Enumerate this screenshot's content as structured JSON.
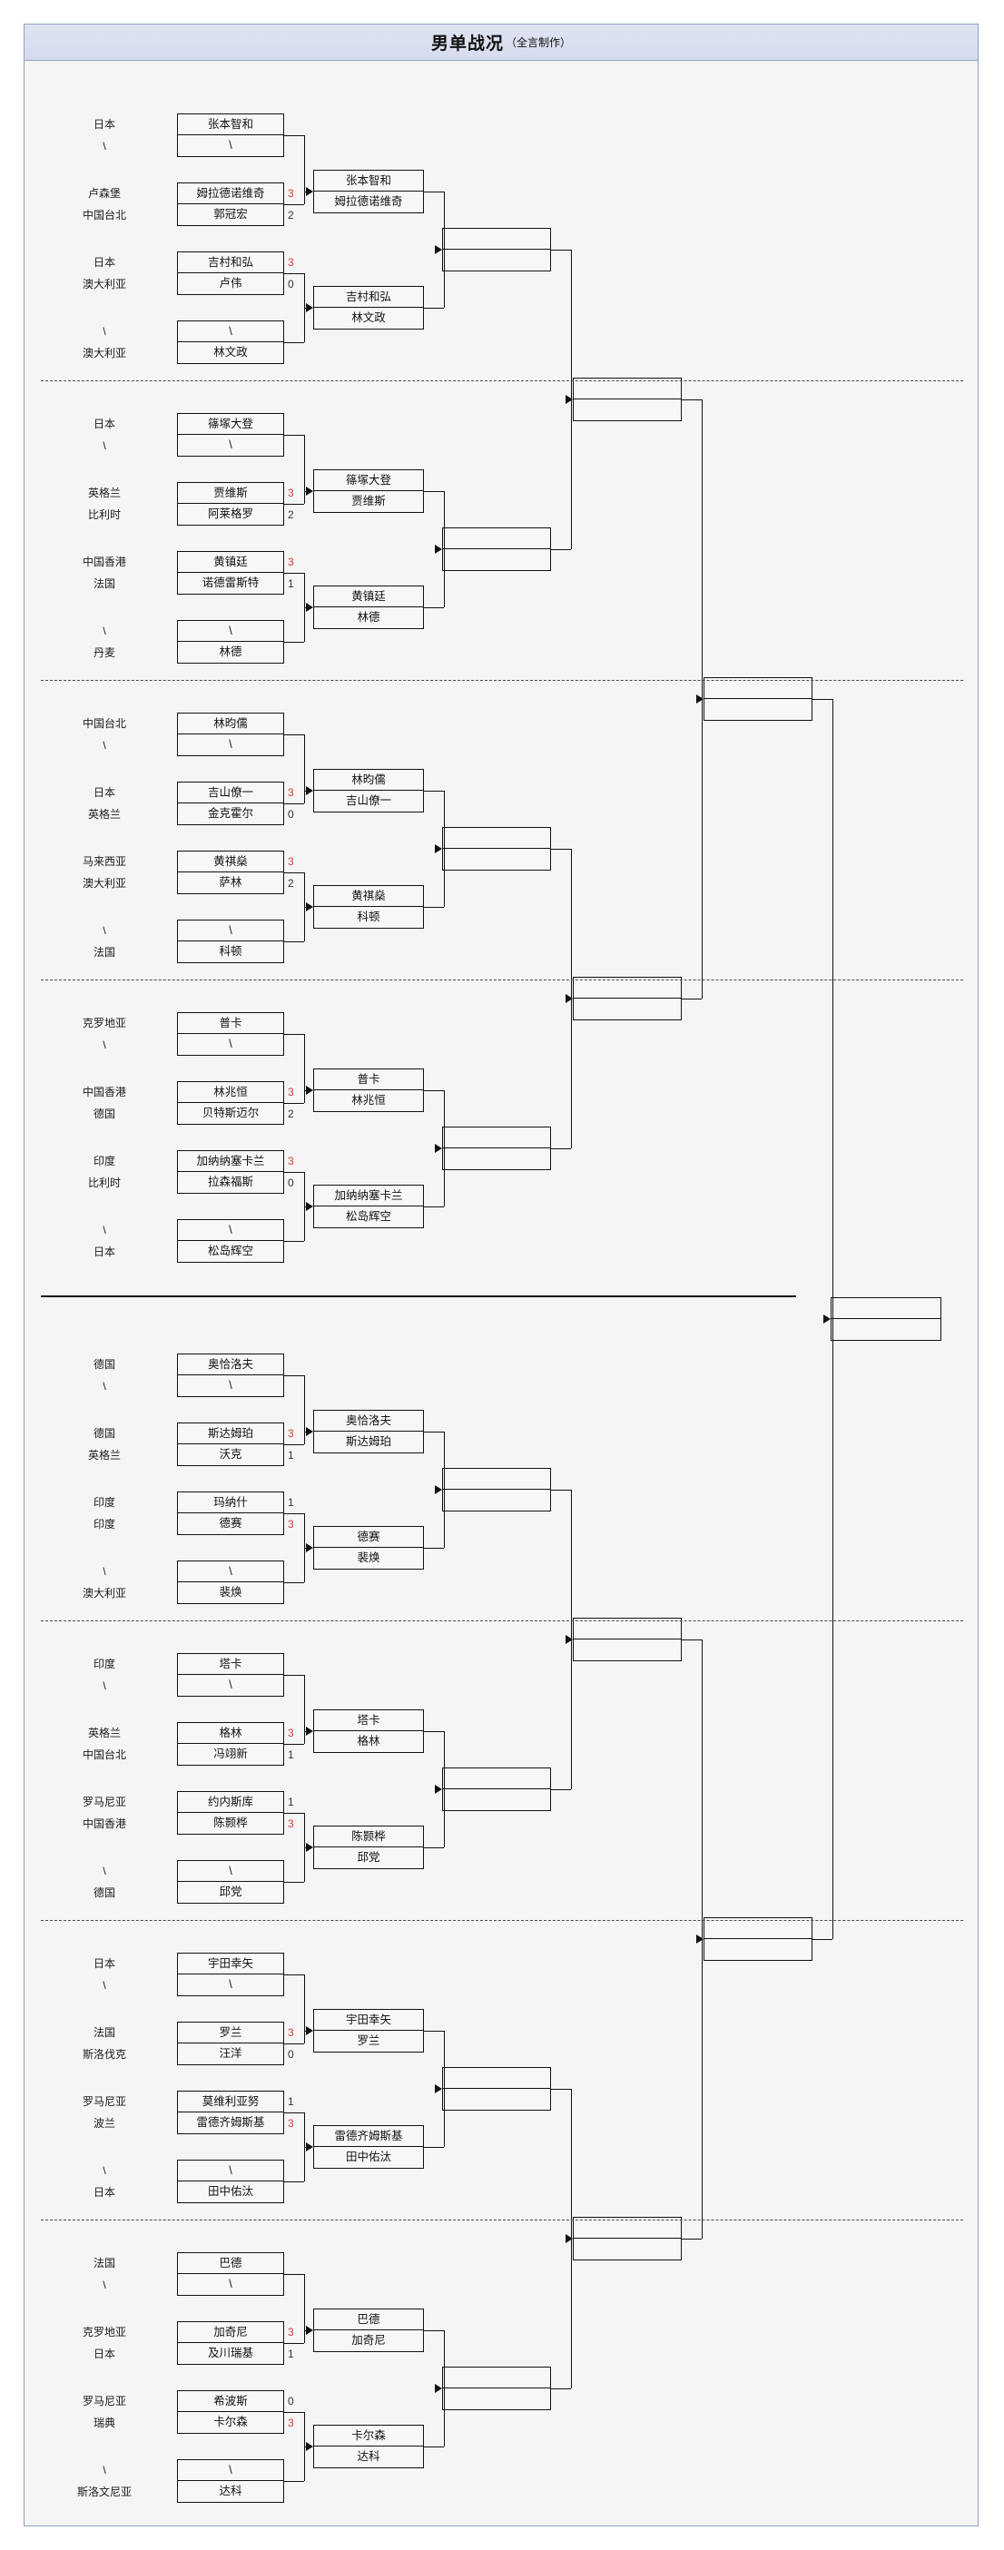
{
  "title": {
    "main": "男单战况",
    "sub": "（全言制作）"
  },
  "bracket": {
    "empty": "",
    "bye": "\\",
    "sections": [
      {
        "id": "s1",
        "pairs": [
          {
            "nations": [
              "日本",
              "\\"
            ],
            "players": [
              "张本智和",
              "\\"
            ],
            "scores": [
              "",
              ""
            ]
          },
          {
            "nations": [
              "卢森堡",
              "中国台北"
            ],
            "players": [
              "姆拉德诺维奇",
              "郭冠宏"
            ],
            "scores": [
              "3",
              "2"
            ]
          },
          {
            "nations": [
              "日本",
              "澳大利亚"
            ],
            "players": [
              "吉村和弘",
              "卢伟"
            ],
            "scores": [
              "3",
              "0"
            ]
          },
          {
            "nations": [
              "\\",
              "澳大利亚"
            ],
            "players": [
              "\\",
              "林文政"
            ],
            "scores": [
              "",
              ""
            ]
          }
        ],
        "r2": [
          {
            "players": [
              "张本智和",
              "姆拉德诺维奇"
            ]
          },
          {
            "players": [
              "吉村和弘",
              "林文政"
            ]
          }
        ]
      },
      {
        "id": "s2",
        "pairs": [
          {
            "nations": [
              "日本",
              "\\"
            ],
            "players": [
              "篠塚大登",
              "\\"
            ],
            "scores": [
              "",
              ""
            ]
          },
          {
            "nations": [
              "英格兰",
              "比利时"
            ],
            "players": [
              "贾维斯",
              "阿莱格罗"
            ],
            "scores": [
              "3",
              "2"
            ]
          },
          {
            "nations": [
              "中国香港",
              "法国"
            ],
            "players": [
              "黄镇廷",
              "诺德雷斯特"
            ],
            "scores": [
              "3",
              "1"
            ]
          },
          {
            "nations": [
              "\\",
              "丹麦"
            ],
            "players": [
              "\\",
              "林德"
            ],
            "scores": [
              "",
              ""
            ]
          }
        ],
        "r2": [
          {
            "players": [
              "篠塚大登",
              "贾维斯"
            ]
          },
          {
            "players": [
              "黄镇廷",
              "林德"
            ]
          }
        ]
      },
      {
        "id": "s3",
        "pairs": [
          {
            "nations": [
              "中国台北",
              "\\"
            ],
            "players": [
              "林昀儒",
              "\\"
            ],
            "scores": [
              "",
              ""
            ]
          },
          {
            "nations": [
              "日本",
              "英格兰"
            ],
            "players": [
              "吉山僚一",
              "金克霍尔"
            ],
            "scores": [
              "3",
              "0"
            ]
          },
          {
            "nations": [
              "马来西亚",
              "澳大利亚"
            ],
            "players": [
              "黄祺燊",
              "萨林"
            ],
            "scores": [
              "3",
              "2"
            ]
          },
          {
            "nations": [
              "\\",
              "法国"
            ],
            "players": [
              "\\",
              "科顿"
            ],
            "scores": [
              "",
              ""
            ]
          }
        ],
        "r2": [
          {
            "players": [
              "林昀儒",
              "吉山僚一"
            ]
          },
          {
            "players": [
              "黄祺燊",
              "科顿"
            ]
          }
        ]
      },
      {
        "id": "s4",
        "pairs": [
          {
            "nations": [
              "克罗地亚",
              "\\"
            ],
            "players": [
              "普卡",
              "\\"
            ],
            "scores": [
              "",
              ""
            ]
          },
          {
            "nations": [
              "中国香港",
              "德国"
            ],
            "players": [
              "林兆恒",
              "贝特斯迈尔"
            ],
            "scores": [
              "3",
              "2"
            ]
          },
          {
            "nations": [
              "印度",
              "比利时"
            ],
            "players": [
              "加纳纳塞卡兰",
              "拉森福斯"
            ],
            "scores": [
              "3",
              "0"
            ]
          },
          {
            "nations": [
              "\\",
              "日本"
            ],
            "players": [
              "\\",
              "松岛辉空"
            ],
            "scores": [
              "",
              ""
            ]
          }
        ],
        "r2": [
          {
            "players": [
              "普卡",
              "林兆恒"
            ]
          },
          {
            "players": [
              "加纳纳塞卡兰",
              "松岛辉空"
            ]
          }
        ]
      },
      {
        "id": "s5",
        "pairs": [
          {
            "nations": [
              "德国",
              "\\"
            ],
            "players": [
              "奥恰洛夫",
              "\\"
            ],
            "scores": [
              "",
              ""
            ]
          },
          {
            "nations": [
              "德国",
              "英格兰"
            ],
            "players": [
              "斯达姆珀",
              "沃克"
            ],
            "scores": [
              "3",
              "1"
            ]
          },
          {
            "nations": [
              "印度",
              "印度"
            ],
            "players": [
              "玛纳什",
              "德赛"
            ],
            "scores": [
              "1",
              "3"
            ]
          },
          {
            "nations": [
              "\\",
              "澳大利亚"
            ],
            "players": [
              "\\",
              "裴焕"
            ],
            "scores": [
              "",
              ""
            ]
          }
        ],
        "r2": [
          {
            "players": [
              "奥恰洛夫",
              "斯达姆珀"
            ]
          },
          {
            "players": [
              "德赛",
              "裴焕"
            ]
          }
        ]
      },
      {
        "id": "s6",
        "pairs": [
          {
            "nations": [
              "印度",
              "\\"
            ],
            "players": [
              "塔卡",
              "\\"
            ],
            "scores": [
              "",
              ""
            ]
          },
          {
            "nations": [
              "英格兰",
              "中国台北"
            ],
            "players": [
              "格林",
              "冯翊新"
            ],
            "scores": [
              "3",
              "1"
            ]
          },
          {
            "nations": [
              "罗马尼亚",
              "中国香港"
            ],
            "players": [
              "约内斯库",
              "陈颢桦"
            ],
            "scores": [
              "1",
              "3"
            ]
          },
          {
            "nations": [
              "\\",
              "德国"
            ],
            "players": [
              "\\",
              "邱党"
            ],
            "scores": [
              "",
              ""
            ]
          }
        ],
        "r2": [
          {
            "players": [
              "塔卡",
              "格林"
            ]
          },
          {
            "players": [
              "陈颢桦",
              "邱党"
            ]
          }
        ]
      },
      {
        "id": "s7",
        "pairs": [
          {
            "nations": [
              "日本",
              "\\"
            ],
            "players": [
              "宇田幸矢",
              "\\"
            ],
            "scores": [
              "",
              ""
            ]
          },
          {
            "nations": [
              "法国",
              "斯洛伐克"
            ],
            "players": [
              "罗兰",
              "汪洋"
            ],
            "scores": [
              "3",
              "0"
            ]
          },
          {
            "nations": [
              "罗马尼亚",
              "波兰"
            ],
            "players": [
              "莫维利亚努",
              "雷德齐姆斯基"
            ],
            "scores": [
              "1",
              "3"
            ]
          },
          {
            "nations": [
              "\\",
              "日本"
            ],
            "players": [
              "\\",
              "田中佑汰"
            ],
            "scores": [
              "",
              ""
            ]
          }
        ],
        "r2": [
          {
            "players": [
              "宇田幸矢",
              "罗兰"
            ]
          },
          {
            "players": [
              "雷德齐姆斯基",
              "田中佑汰"
            ]
          }
        ]
      },
      {
        "id": "s8",
        "pairs": [
          {
            "nations": [
              "法国",
              "\\"
            ],
            "players": [
              "巴德",
              "\\"
            ],
            "scores": [
              "",
              ""
            ]
          },
          {
            "nations": [
              "克罗地亚",
              "日本"
            ],
            "players": [
              "加奇尼",
              "及川瑞基"
            ],
            "scores": [
              "3",
              "1"
            ]
          },
          {
            "nations": [
              "罗马尼亚",
              "瑞典"
            ],
            "players": [
              "希波斯",
              "卡尔森"
            ],
            "scores": [
              "0",
              "3"
            ]
          },
          {
            "nations": [
              "\\",
              "斯洛文尼亚"
            ],
            "players": [
              "\\",
              "达科"
            ],
            "scores": [
              "",
              ""
            ]
          }
        ],
        "r2": [
          {
            "players": [
              "巴德",
              "加奇尼"
            ]
          },
          {
            "players": [
              "卡尔森",
              "达科"
            ]
          }
        ]
      }
    ],
    "round3": [
      {
        "id": "r3-1",
        "players": [
          "",
          ""
        ]
      },
      {
        "id": "r3-2",
        "players": [
          "",
          ""
        ]
      },
      {
        "id": "r3-3",
        "players": [
          "",
          ""
        ]
      },
      {
        "id": "r3-4",
        "players": [
          "",
          ""
        ]
      },
      {
        "id": "r3-5",
        "players": [
          "",
          ""
        ]
      },
      {
        "id": "r3-6",
        "players": [
          "",
          ""
        ]
      },
      {
        "id": "r3-7",
        "players": [
          "",
          ""
        ]
      },
      {
        "id": "r3-8",
        "players": [
          "",
          ""
        ]
      }
    ],
    "round4": [
      {
        "id": "r4-1",
        "players": [
          "",
          ""
        ]
      },
      {
        "id": "r4-2",
        "players": [
          "",
          ""
        ]
      },
      {
        "id": "r4-3",
        "players": [
          "",
          ""
        ]
      },
      {
        "id": "r4-4",
        "players": [
          "",
          ""
        ]
      }
    ],
    "round5": [
      {
        "id": "r5-1",
        "players": [
          "",
          ""
        ]
      },
      {
        "id": "r5-2",
        "players": [
          "",
          ""
        ]
      }
    ],
    "final": {
      "id": "final",
      "players": [
        "",
        ""
      ]
    }
  }
}
